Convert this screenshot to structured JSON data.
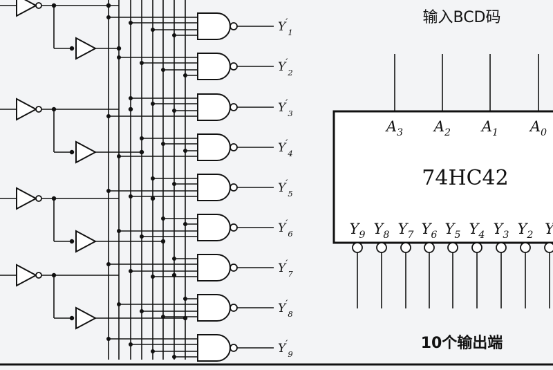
{
  "diagram": {
    "input_title": "输入BCD码",
    "output_title": "10个输出端",
    "chip_name": "74HC42",
    "chip_inputs": [
      {
        "name": "A",
        "sub": "3"
      },
      {
        "name": "A",
        "sub": "2"
      },
      {
        "name": "A",
        "sub": "1"
      },
      {
        "name": "A",
        "sub": "0"
      }
    ],
    "chip_outputs": [
      {
        "name": "Y",
        "sub": "9"
      },
      {
        "name": "Y",
        "sub": "8"
      },
      {
        "name": "Y",
        "sub": "7"
      },
      {
        "name": "Y",
        "sub": "6"
      },
      {
        "name": "Y",
        "sub": "5"
      },
      {
        "name": "Y",
        "sub": "4"
      },
      {
        "name": "Y",
        "sub": "3"
      },
      {
        "name": "Y",
        "sub": "2"
      },
      {
        "name": "Y",
        "sub": ""
      }
    ],
    "gate_outputs": [
      {
        "name": "Y",
        "sub": "1"
      },
      {
        "name": "Y",
        "sub": "2"
      },
      {
        "name": "Y",
        "sub": "3"
      },
      {
        "name": "Y",
        "sub": "4"
      },
      {
        "name": "Y",
        "sub": "5"
      },
      {
        "name": "Y",
        "sub": "6"
      },
      {
        "name": "Y",
        "sub": "7"
      },
      {
        "name": "Y",
        "sub": "8"
      },
      {
        "name": "Y",
        "sub": "9"
      }
    ],
    "prime": "′"
  }
}
